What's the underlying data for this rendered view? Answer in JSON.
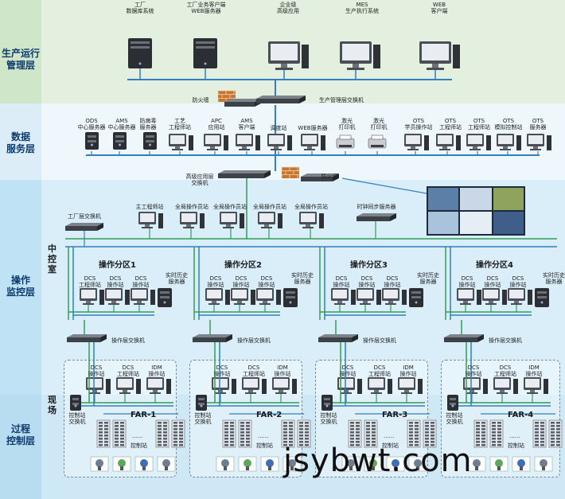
{
  "layers": {
    "production": "生产运行\n管理层",
    "data": "数据\n服务层",
    "operation": "操作\n监控层",
    "control_room": "中控室",
    "process": "过程\n控制层",
    "field": "现场"
  },
  "top_devices": {
    "factory_db": "工厂\n数据库系统",
    "factory_client": "工厂业务客户端\nWEB服务器",
    "enterprise_app": "企业级\n高级应用",
    "mes": "MES\n生产执行系统",
    "web_client": "WEB\n客户端"
  },
  "firewall_top": "防火墙",
  "prod_switch": "生产管理层交换机",
  "data_devices": {
    "ods": "ODS\n中心服务器",
    "ams": "AMS\n中心服务器",
    "antivirus": "防病毒\n服务器",
    "process_eng": "工艺\n工程师站",
    "apc": "APC\n应用站",
    "ams_client": "AMS\n客户端",
    "tuning": "调度站",
    "web_server": "WEB服务器",
    "laser_printer_1": "激光\n打印机",
    "laser_printer_2": "激光\n打印机",
    "ots_student": "OTS\n学员操作站",
    "ots_eng": "OTS\n工程师站",
    "ots_eng2": "OTS\n工程师站",
    "ots_sim": "OTS\n模拟控制站",
    "ots_server": "OTS\n服务器"
  },
  "adv_switch": "高级应用层\n交换机",
  "firewall_mid": "防火墙",
  "factory_switch": "工厂层交换机",
  "ops_devices": {
    "main_eng": "主工程师站",
    "global_op_1": "全局操作员站",
    "global_op_2": "全局操作员站",
    "global_op_3": "全局操作员站",
    "time_sync": "时钟同步服务器"
  },
  "zones": [
    {
      "name": "操作分区1",
      "dcs_eng": "DCS\n工程师站",
      "dcs_op1": "DCS\n操作站",
      "dcs_op2": "DCS\n操作站",
      "history": "实时历史\n服务器",
      "switch": "操作层交换机",
      "field_op1": "DCS\n操作站",
      "field_eng": "DCS\n工程师站",
      "idm": "IDM\n操作站",
      "ctrl_switch": "控制站\n交换机",
      "far": "FAR-1",
      "ctrl_station": "控制站",
      "dots": "......"
    },
    {
      "name": "操作分区2",
      "dcs_eng": "DCS\n操作站",
      "dcs_op1": "DCS\n操作站",
      "dcs_op2": "DCS\n操作站",
      "history": "实时历史\n服务器",
      "switch": "操作层交换机",
      "field_op1": "DCS\n操作站",
      "field_eng": "DCS\n工程师站",
      "idm": "IDM\n操作站",
      "ctrl_switch": "控制站\n交换机",
      "far": "FAR-2",
      "ctrl_station": "控制站",
      "dots": "......"
    },
    {
      "name": "操作分区3",
      "dcs_eng": "DCS\n操作站",
      "dcs_op1": "DCS\n操作站",
      "dcs_op2": "DCS\n操作站",
      "history": "实时历史\n服务器",
      "switch": "操作层交换机",
      "field_op1": "DCS\n操作站",
      "field_eng": "DCS\n工程师站",
      "idm": "IDM\n操作站",
      "ctrl_switch": "控制站\n交换机",
      "far": "FAR-3",
      "ctrl_station": "控制站",
      "dots": "......"
    },
    {
      "name": "操作分区4",
      "dcs_eng": "DCS\n操作站",
      "dcs_op1": "DCS\n操作站",
      "dcs_op2": "DCS\n操作站",
      "history": "实时历史\n服务器",
      "switch": "操作层交换机",
      "field_op1": "DCS\n操作站",
      "field_eng": "DCS\n工程师站",
      "idm": "IDM\n操作站",
      "ctrl_switch": "控制站\n交换机",
      "far": "FAR-4",
      "ctrl_station": "控制站",
      "dots": "......"
    }
  ],
  "watermark": "jsybwt.com",
  "colors": {
    "prod_bg": "#e3f0df",
    "data_bg": "#eef7fc",
    "ops_bg": "#d9eef9",
    "proc_bg": "#cfe8f6",
    "side": "#bfe3f5",
    "bus_green": "#2f9e57",
    "bus_blue": "#2f7fc1"
  }
}
